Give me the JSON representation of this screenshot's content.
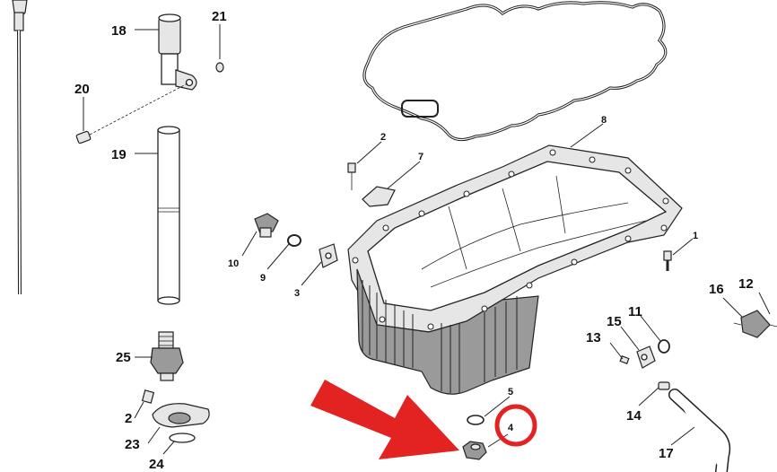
{
  "diagram": {
    "callouts": [
      {
        "id": "c18",
        "text": "18"
      },
      {
        "id": "c21",
        "text": "21"
      },
      {
        "id": "c20",
        "text": "20"
      },
      {
        "id": "c19",
        "text": "19"
      },
      {
        "id": "c25",
        "text": "25"
      },
      {
        "id": "c2a",
        "text": "2"
      },
      {
        "id": "c23",
        "text": "23"
      },
      {
        "id": "c24",
        "text": "24"
      },
      {
        "id": "c2b",
        "text": "2"
      },
      {
        "id": "c7",
        "text": "7"
      },
      {
        "id": "c8",
        "text": "8"
      },
      {
        "id": "c10",
        "text": "10"
      },
      {
        "id": "c9",
        "text": "9"
      },
      {
        "id": "c3",
        "text": "3"
      },
      {
        "id": "c1",
        "text": "1"
      },
      {
        "id": "c16",
        "text": "16"
      },
      {
        "id": "c12",
        "text": "12"
      },
      {
        "id": "c15",
        "text": "15"
      },
      {
        "id": "c11",
        "text": "11"
      },
      {
        "id": "c13",
        "text": "13"
      },
      {
        "id": "c14",
        "text": "14"
      },
      {
        "id": "c17",
        "text": "17"
      },
      {
        "id": "c5",
        "text": "5"
      },
      {
        "id": "c4",
        "text": "4"
      }
    ],
    "highlight_color": "#e32222",
    "highlighted_part": "4"
  }
}
